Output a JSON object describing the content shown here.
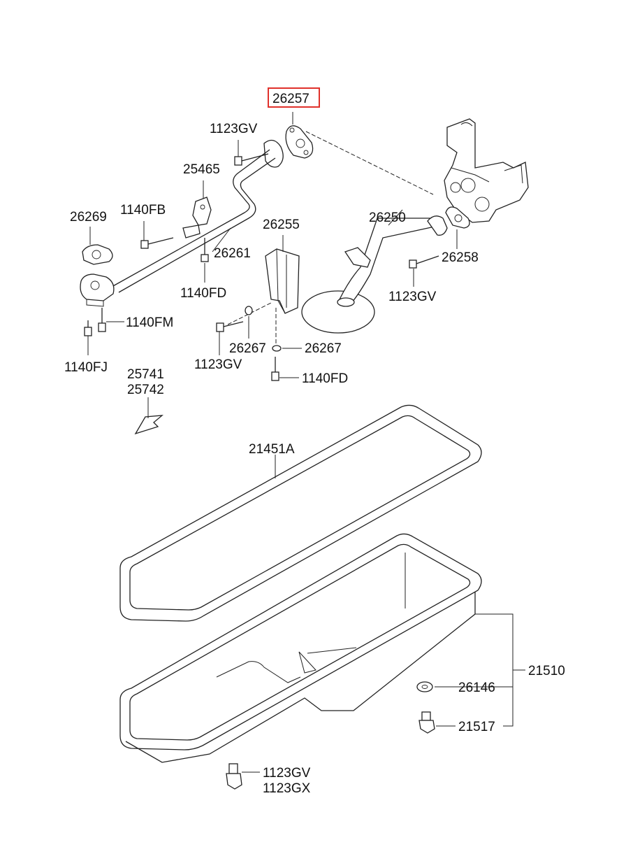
{
  "highlight_color": "#e0312b",
  "labels": {
    "p26257": "26257",
    "p1123gv_top": "1123GV",
    "p25465": "25465",
    "p26269": "26269",
    "p1140fb": "1140FB",
    "p26261": "26261",
    "p26255": "26255",
    "p26250": "26250",
    "p26258": "26258",
    "p1140fd_mid": "1140FD",
    "p1123gv_right": "1123GV",
    "p1140fm": "1140FM",
    "p26267_left": "26267",
    "p26267_right": "26267",
    "p1140fj": "1140FJ",
    "p1123gv_mid": "1123GV",
    "p1140fd_low": "1140FD",
    "p25741": "25741",
    "p25742": "25742",
    "p21451a": "21451A",
    "p21510": "21510",
    "p26146": "26146",
    "p21517": "21517",
    "p1123gv_bottom": "1123GV",
    "p1123gx": "1123GX"
  }
}
